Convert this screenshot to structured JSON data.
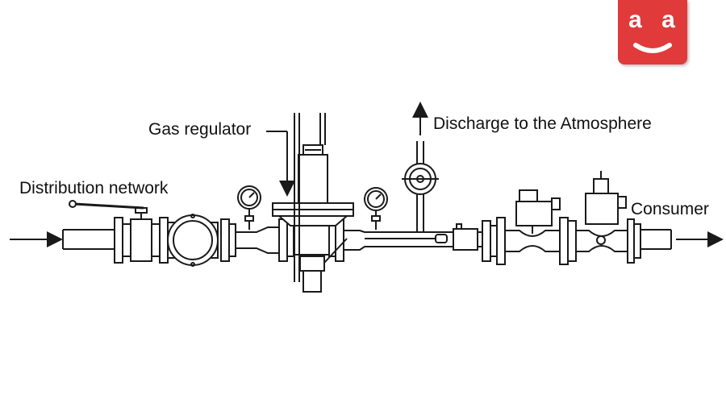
{
  "labels": {
    "gas_regulator": "Gas regulator",
    "discharge": "Discharge to the Atmosphere",
    "distribution": "Distribution network",
    "consumer": "Consumer"
  },
  "logo": {
    "text": "a a",
    "color": "#e03a3a"
  },
  "colors": {
    "line": "#1a1a1a",
    "background": "#ffffff"
  }
}
